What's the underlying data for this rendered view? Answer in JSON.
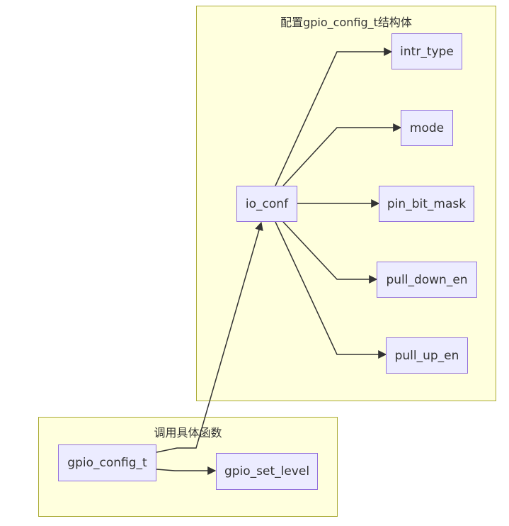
{
  "clusters": {
    "config": {
      "title": "配置gpio_config_t结构体"
    },
    "call": {
      "title": "调用具体函数"
    }
  },
  "nodes": {
    "io_conf": "io_conf",
    "intr_type": "intr_type",
    "mode": "mode",
    "pin_bit_mask": "pin_bit_mask",
    "pull_down_en": "pull_down_en",
    "pull_up_en": "pull_up_en",
    "gpio_config_t": "gpio_config_t",
    "gpio_set_level": "gpio_set_level"
  },
  "colors": {
    "cluster_fill": "#ffffde",
    "cluster_border": "#aaaa33",
    "node_fill": "#ececff",
    "node_border": "#9370db",
    "edge": "#333333",
    "text": "#333333"
  }
}
